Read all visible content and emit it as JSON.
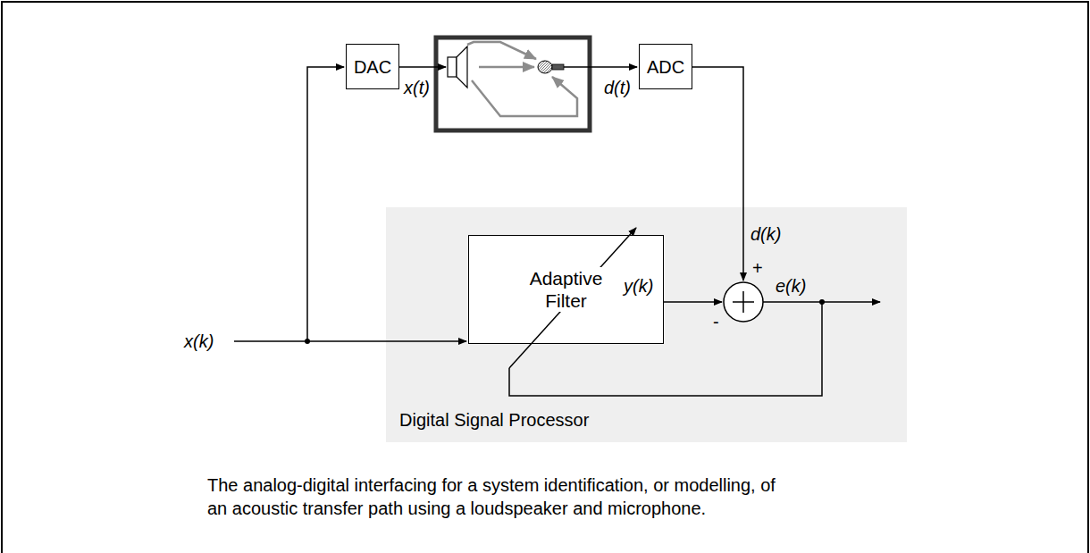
{
  "diagram": {
    "caption": "The analog-digital interfacing for a system identification, or modelling, of an acoustic transfer path using a loudspeaker and microphone.",
    "nodes": [
      {
        "text": [
          "DAC"
        ]
      },
      {
        "text": [
          "ADC"
        ]
      },
      {
        "text": [
          "Digital Signal Processor"
        ]
      },
      {
        "text": [
          "Adaptive Filter"
        ],
        "in": 2
      }
    ],
    "labels": [
      "x(t)",
      "d(t)",
      "d(k)",
      "y(k)",
      "+",
      "e(k)",
      "x(k)",
      "-"
    ]
  }
}
